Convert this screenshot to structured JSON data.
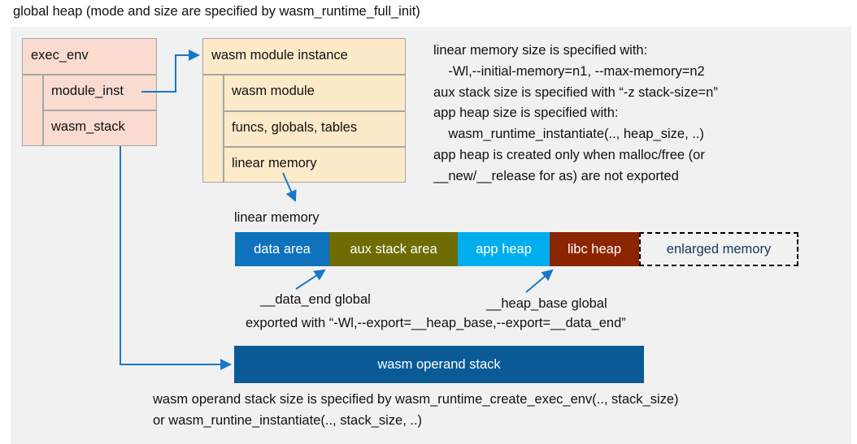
{
  "title": "global heap (mode and size are specified by wasm_runtime_full_init)",
  "exec_env": {
    "header": "exec_env",
    "rows": [
      "module_inst",
      "wasm_stack"
    ],
    "fill": "#fadbd0"
  },
  "module_instance": {
    "header": "wasm module instance",
    "rows": [
      "wasm module",
      "funcs, globals, tables",
      "linear memory"
    ],
    "fill": "#fdeac9"
  },
  "notes": "linear memory size is specified with:\n    -Wl,--initial-memory=n1, --max-memory=n2\naux stack size is specified with “-z stack-size=n”\napp heap size is specified with:\n    wasm_runtime_instantiate(.., heap_size, ..)\napp heap is created only when malloc/free (or\n__new/__release for as) are not exported",
  "linear_memory": {
    "caption": "linear memory",
    "segments": [
      {
        "label": "data area",
        "color": "#0e72bd",
        "text_color": "#ffffff",
        "width": 116
      },
      {
        "label": "aux stack area",
        "color": "#6e6c02",
        "text_color": "#ffffff",
        "width": 158
      },
      {
        "label": "app heap",
        "color": "#00aeef",
        "text_color": "#ffffff",
        "width": 113
      },
      {
        "label": "libc heap",
        "color": "#8b2500",
        "text_color": "#ffffff",
        "width": 110
      },
      {
        "label": "enlarged memory",
        "color": "#f1f1f1",
        "text_color": "#17365d",
        "width": 196,
        "dashed": true
      }
    ]
  },
  "annotations": {
    "data_end": "__data_end global",
    "heap_base": "__heap_base global",
    "exported": "exported with “-Wl,--export=__heap_base,--export=__data_end”"
  },
  "operand_stack": {
    "label": "wasm operand stack",
    "color": "#0a5a96"
  },
  "bottom_notes": "wasm operand stack size is specified by wasm_runtime_create_exec_env(.., stack_size)\nor wasm_runtine_instantiate(.., stack_size, ..)",
  "colors": {
    "panel_bg": "#f1f1f1",
    "arrow": "#1878c6",
    "box_border": "#a6a6a6"
  }
}
